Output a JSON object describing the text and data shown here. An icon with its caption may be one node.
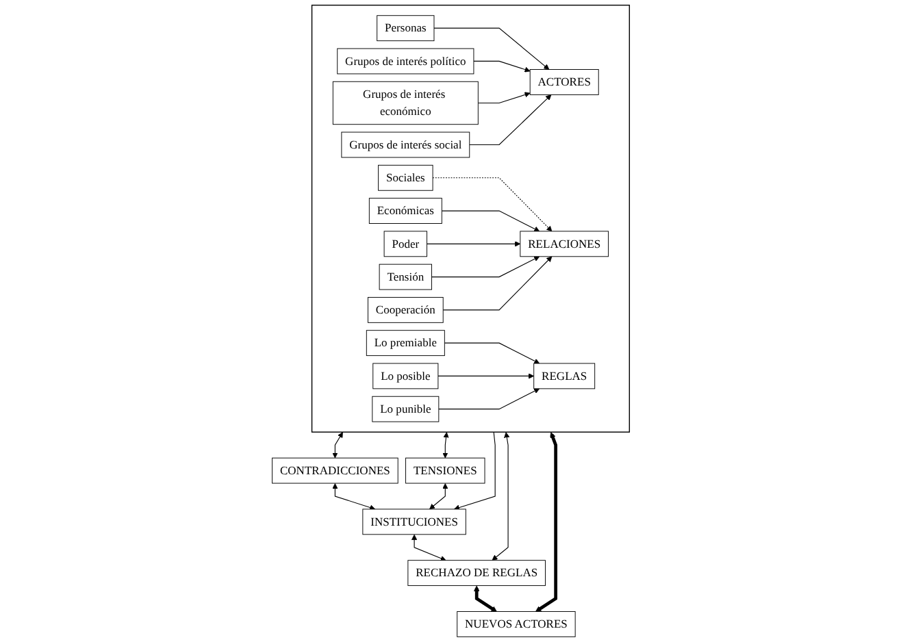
{
  "diagram": {
    "nodes": [
      {
        "text": [],
        "shape": "box"
      },
      {
        "text": [
          "Personas"
        ],
        "in": 0
      },
      {
        "text": [
          "Grupos de interés político"
        ],
        "in": 0
      },
      {
        "text": [
          "ACTORES"
        ],
        "in": 0
      },
      {
        "text": [
          "Grupos de interés económico"
        ],
        "in": 0
      },
      {
        "text": [
          "Grupos de interés social"
        ],
        "in": 0
      },
      {
        "text": [
          "Sociales"
        ],
        "in": 0
      },
      {
        "text": [
          "Económicas"
        ],
        "in": 0
      },
      {
        "text": [
          "Poder"
        ],
        "in": 0
      },
      {
        "text": [
          "RELACIONES"
        ],
        "in": 0
      },
      {
        "text": [
          "Tensión"
        ],
        "in": 0
      },
      {
        "text": [
          "Cooperación"
        ],
        "in": 0
      },
      {
        "text": [
          "Lo premiable"
        ],
        "in": 0
      },
      {
        "text": [
          "Lo posible"
        ],
        "in": 0
      },
      {
        "text": [
          "Lo punible"
        ],
        "in": 0
      },
      {
        "text": [
          "REGLAS"
        ],
        "in": 0
      },
      {
        "text": [
          "CONTRADICCIONES"
        ]
      },
      {
        "text": [
          "TENSIONES"
        ]
      },
      {
        "text": [
          "INSTITUCIONES"
        ]
      },
      {
        "text": [
          "RECHAZO DE REGLAS"
        ]
      },
      {
        "text": [
          "NUEVOS ACTORES"
        ]
      }
    ],
    "edges": [
      {
        "from": 1,
        "to": 3,
        "arrow": "to"
      },
      {
        "from": 2,
        "to": 3,
        "arrow": "to"
      },
      {
        "from": 4,
        "to": 3,
        "arrow": "to"
      },
      {
        "from": 5,
        "to": 3,
        "arrow": "to"
      },
      {
        "from": 6,
        "to": 9,
        "arrow": "to",
        "style": "dashed"
      },
      {
        "from": 7,
        "to": 9,
        "arrow": "to"
      },
      {
        "from": 8,
        "to": 9,
        "arrow": "to"
      },
      {
        "from": 10,
        "to": 9,
        "arrow": "to"
      },
      {
        "from": 11,
        "to": 9,
        "arrow": "to"
      },
      {
        "from": 12,
        "to": 15,
        "arrow": "to"
      },
      {
        "from": 13,
        "to": 15,
        "arrow": "to"
      },
      {
        "from": 14,
        "to": 15,
        "arrow": "to"
      },
      {
        "from": 0,
        "to": 16,
        "arrow": "both"
      },
      {
        "from": 0,
        "to": 17,
        "arrow": "both"
      },
      {
        "from": 0,
        "to": 18,
        "arrow": "to"
      },
      {
        "from": 16,
        "to": 18,
        "arrow": "both"
      },
      {
        "from": 17,
        "to": 18,
        "arrow": "both"
      },
      {
        "from": 18,
        "to": 19,
        "arrow": "both"
      },
      {
        "from": 0,
        "to": 19,
        "arrow": "both"
      },
      {
        "from": 19,
        "to": 20,
        "arrow": "both",
        "style": "thick"
      },
      {
        "from": 0,
        "to": 20,
        "arrow": "both",
        "style": "thick"
      }
    ]
  }
}
